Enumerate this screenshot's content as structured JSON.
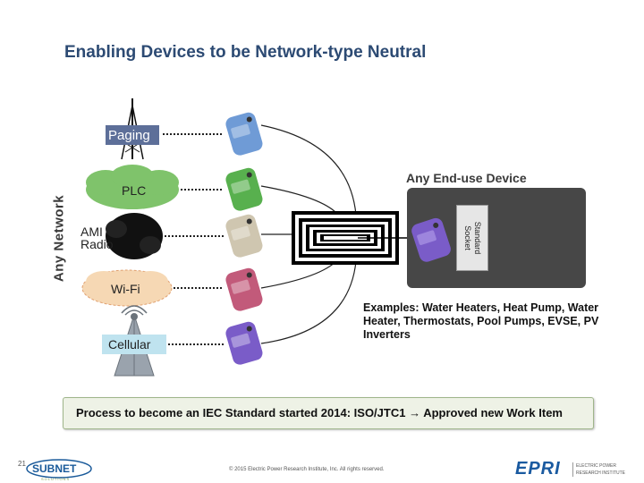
{
  "slide": {
    "title": "Enabling Devices to be Network-type Neutral",
    "side_label": "Any Network",
    "networks": [
      {
        "label": "Paging"
      },
      {
        "label": "PLC"
      },
      {
        "label": "AMI\nRadio"
      },
      {
        "label": "Wi-Fi"
      },
      {
        "label": "Cellular"
      }
    ],
    "module_colors": [
      "#6f9bd6",
      "#58b04e",
      "#cfc6b0",
      "#c25a7a",
      "#7a5cc8"
    ],
    "enduse_title": "Any End-use Device",
    "socket_label": "Standard\nSocket",
    "examples": "Examples: Water Heaters, Heat Pump, Water Heater, Thermostats, Pool Pumps, EVSE, PV Inverters",
    "process": "Process to become an IEC Standard started 2014: ISO/JTC1 → Approved new Work Item"
  },
  "footer": {
    "page_number": "21",
    "copyright": "© 2015 Electric Power Research Institute, Inc. All rights reserved.",
    "subnet_logo": "SUBNET",
    "subnet_sub": "SOLUTIONS",
    "epri_logo": "EPRI",
    "epri_sub": "ELECTRIC POWER\nRESEARCH INSTITUTE"
  }
}
